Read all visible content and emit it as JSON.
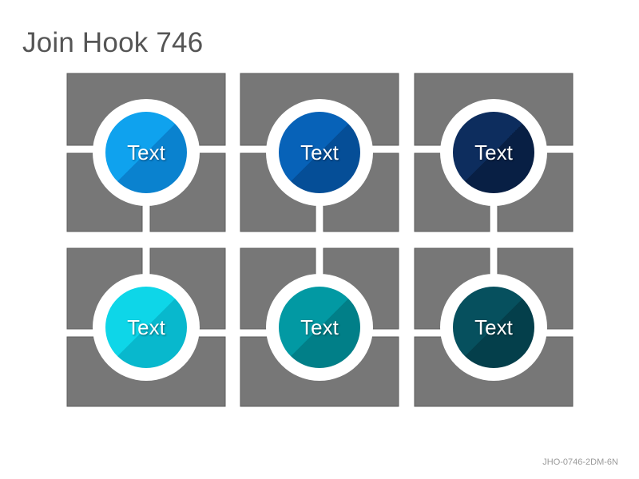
{
  "title": "Join Hook 746",
  "footer_code": "JHO-0746-2DM-6N",
  "colors": {
    "block": "#777777",
    "block_border": "#5e5e5e",
    "ring": "#ffffff"
  },
  "tiles": [
    {
      "label": "Text",
      "color": "#0fa2ee",
      "color_dark": "#0a82cf"
    },
    {
      "label": "Text",
      "color": "#0762b8",
      "color_dark": "#054e97"
    },
    {
      "label": "Text",
      "color": "#0d2d5e",
      "color_dark": "#081f44"
    },
    {
      "label": "Text",
      "color": "#0ed6e8",
      "color_dark": "#08b8cd"
    },
    {
      "label": "Text",
      "color": "#0299a3",
      "color_dark": "#017f88"
    },
    {
      "label": "Text",
      "color": "#06505e",
      "color_dark": "#043f4b"
    }
  ]
}
